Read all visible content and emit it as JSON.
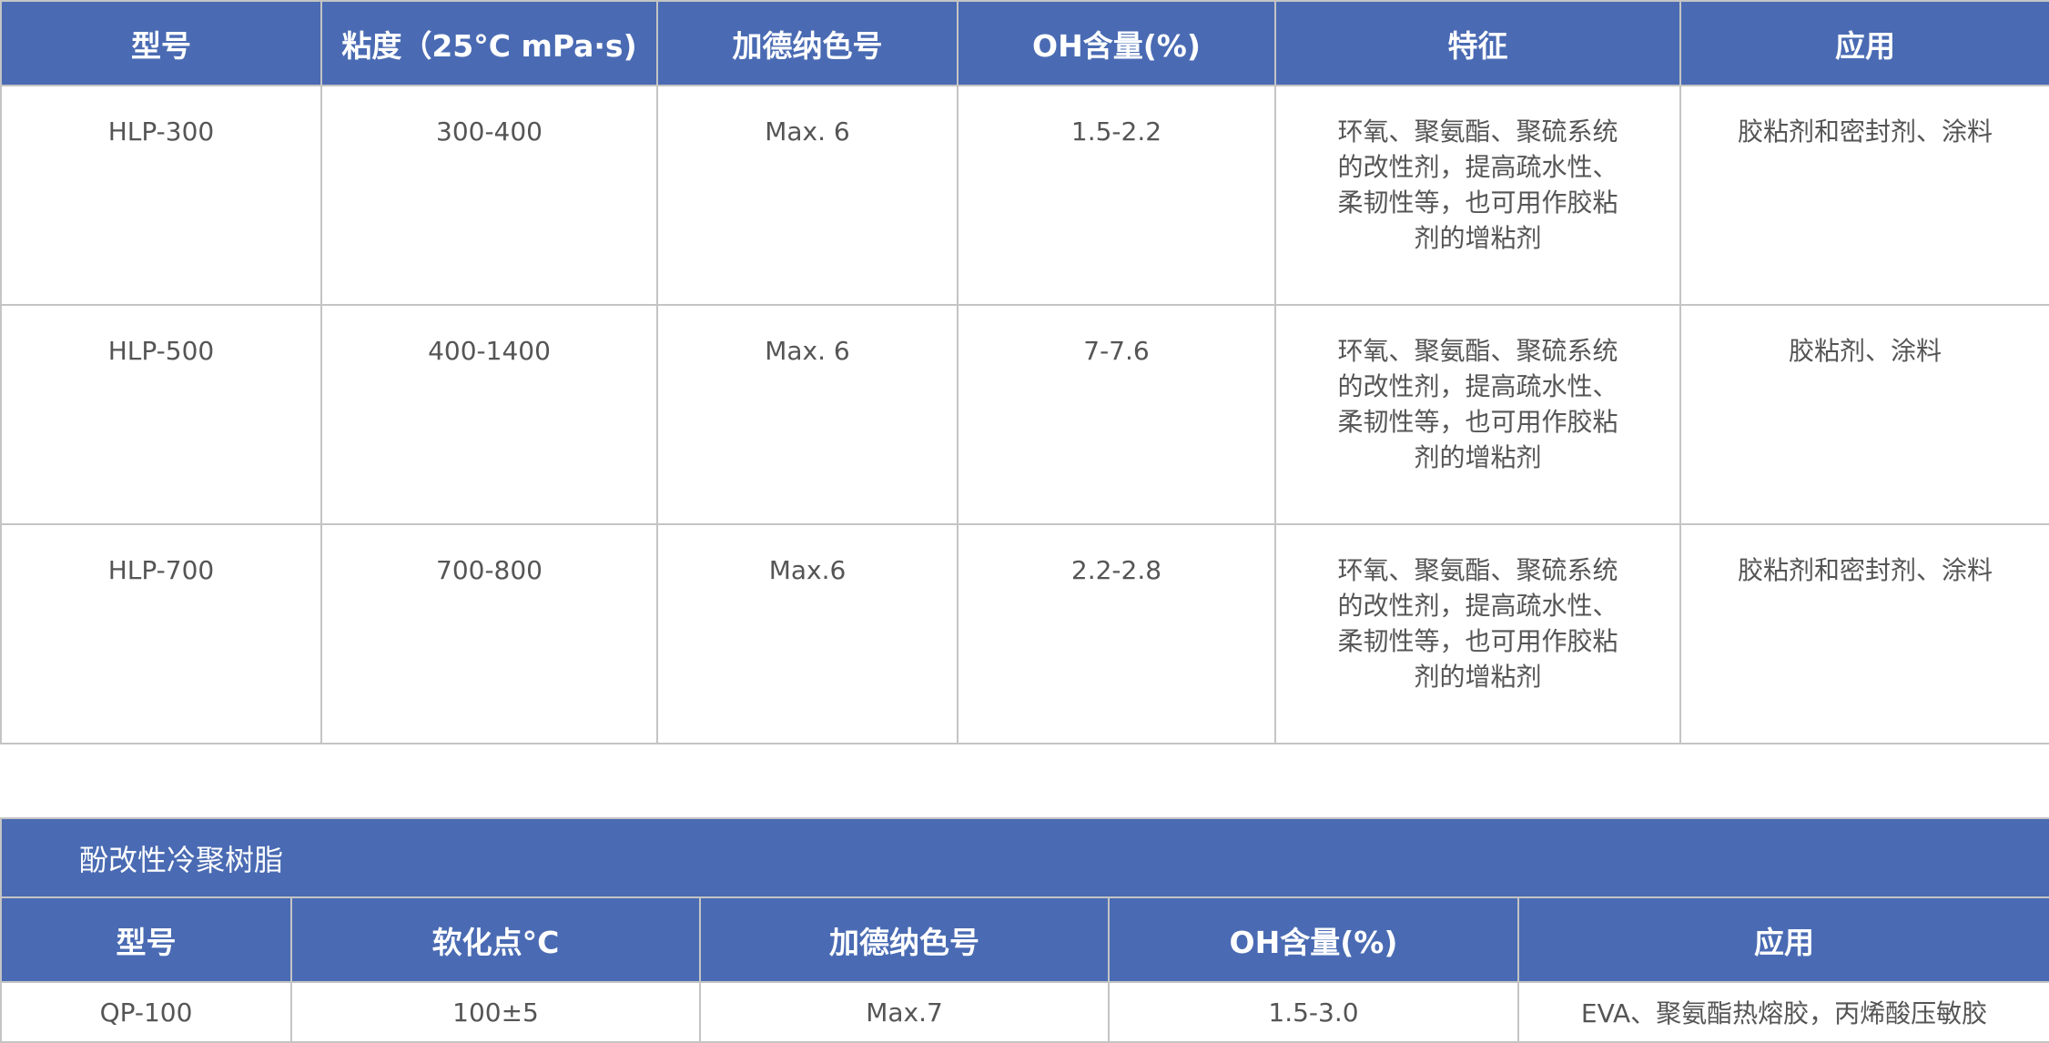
{
  "table1": {
    "headers": [
      "型号",
      "粘度（25°C mPa·s)",
      "加德纳色号",
      "OH含量(%)",
      "特征",
      "应用"
    ],
    "rows": [
      [
        "HLP-300",
        "300-400",
        "Max. 6",
        "1.5-2.2",
        "环氧、聚氨酯、聚硫系统的改性剂，提高疏水性、柔韧性等，也可用作胶粘剂的增粘剂",
        "胶粘剂和密封剂、涂料"
      ],
      [
        "HLP-500",
        "400-1400",
        "Max. 6",
        "7-7.6",
        "环氧、聚氨酯、聚硫系统的改性剂，提高疏水性、柔韧性等，也可用作胶粘剂的增粘剂",
        "胶粘剂、涂料"
      ],
      [
        "HLP-700",
        "700-800",
        "Max.6",
        "2.2-2.8",
        "环氧、聚氨酯、聚硫系统的改性剂，提高疏水性、柔韧性等，也可用作胶粘剂的增粘剂",
        "胶粘剂和密封剂、涂料"
      ]
    ]
  },
  "table2": {
    "title": "酚改性冷聚树脂",
    "headers": [
      "型号",
      "软化点°C",
      "加德纳色号",
      "OH含量(%)",
      "应用"
    ],
    "rows": [
      [
        "QP-100",
        "100±5",
        "Max.7",
        "1.5-3.0",
        "EVA、聚氨酯热熔胶，丙烯酸压敏胶"
      ]
    ]
  },
  "colors": {
    "header": "#4a6bb3",
    "border": "#c4c4c4"
  }
}
